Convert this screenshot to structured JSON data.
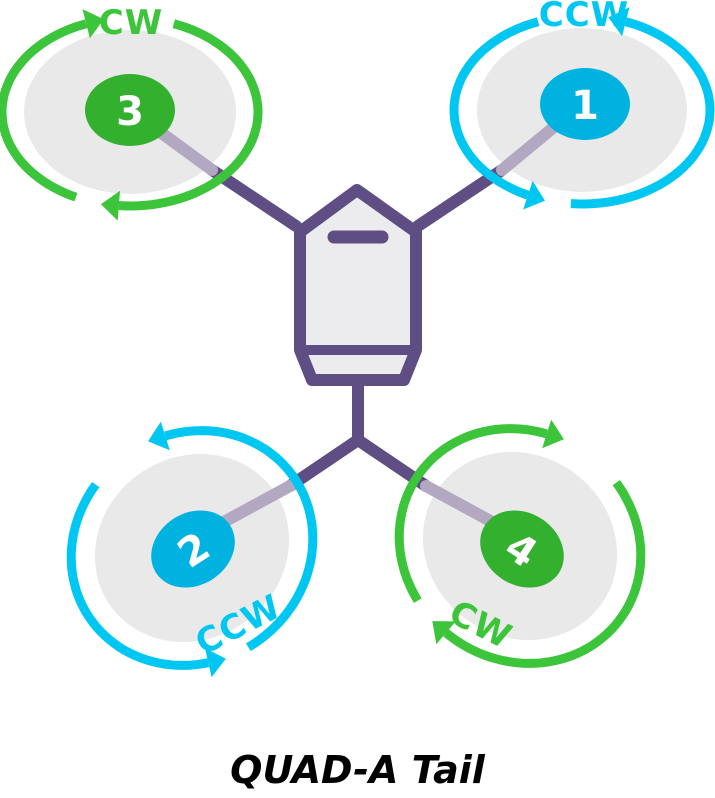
{
  "title": "QUAD-A Tail",
  "colors": {
    "frame": "#5e4e83",
    "body_fill": "#ececef",
    "disc_fill": "#e9e9e9",
    "shaft": "#b3a8c2",
    "cw": "#3cc43a",
    "cw_hub": "#33b02e",
    "ccw": "#00c7f2",
    "ccw_hub": "#00b2e0"
  },
  "motors": [
    {
      "number": "1",
      "direction": "CCW",
      "direction_icon": "ccw-arrow-icon"
    },
    {
      "number": "2",
      "direction": "CCW",
      "direction_icon": "ccw-arrow-icon"
    },
    {
      "number": "3",
      "direction": "CW",
      "direction_icon": "cw-arrow-icon"
    },
    {
      "number": "4",
      "direction": "CW",
      "direction_icon": "cw-arrow-icon"
    }
  ]
}
